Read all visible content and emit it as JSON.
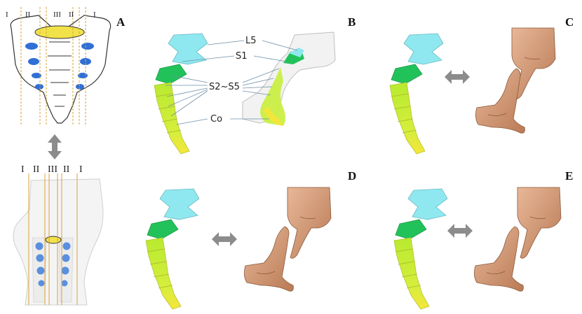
{
  "panels": {
    "a": "A",
    "b": "B",
    "c": "C",
    "d": "D",
    "e": "E"
  },
  "callouts": {
    "l5": "L5",
    "s1": "S1",
    "s2s5": "S2~S5",
    "co": "Co"
  },
  "zones_top": [
    "I",
    "II",
    "III",
    "II",
    "I"
  ],
  "zones_bottom": [
    "I",
    "II",
    "III",
    "II",
    "I"
  ],
  "colors": {
    "l5": "#8fe8ef",
    "s1": "#22c25a",
    "sacrum": "#c8ee3c",
    "coccyx": "#f3e63a",
    "foramen": "#2f6fd6",
    "bone_outline": "#333333",
    "skin": "#d9a07a",
    "guide_line": "#d9a23a"
  },
  "icons": [
    "double-arrow-vertical-icon",
    "double-arrow-horizontal-icon"
  ]
}
